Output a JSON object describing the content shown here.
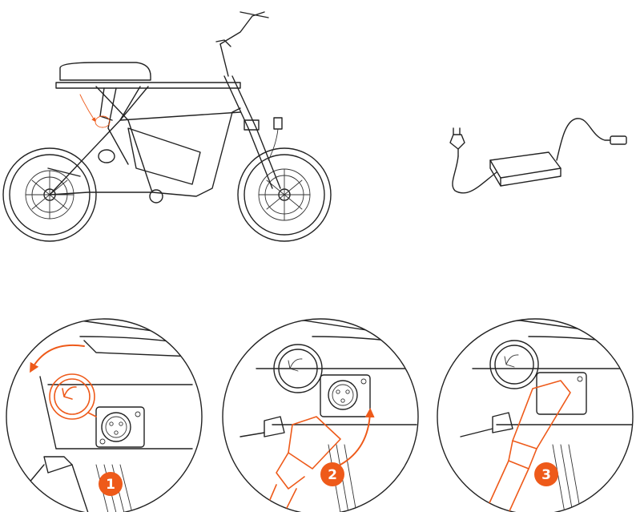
{
  "colors": {
    "line": "#222222",
    "accent": "#ee5a1a",
    "background": "#ffffff"
  },
  "steps": [
    {
      "number": "1",
      "caption": ""
    },
    {
      "number": "2",
      "caption": ""
    },
    {
      "number": "3",
      "caption": ""
    }
  ],
  "icons": {
    "bike": "e-bike-side-view",
    "charger": "charger-with-plug",
    "port_cover": "charging-port-cover-icon",
    "port": "charging-port-icon",
    "plug": "charger-plug-icon"
  }
}
